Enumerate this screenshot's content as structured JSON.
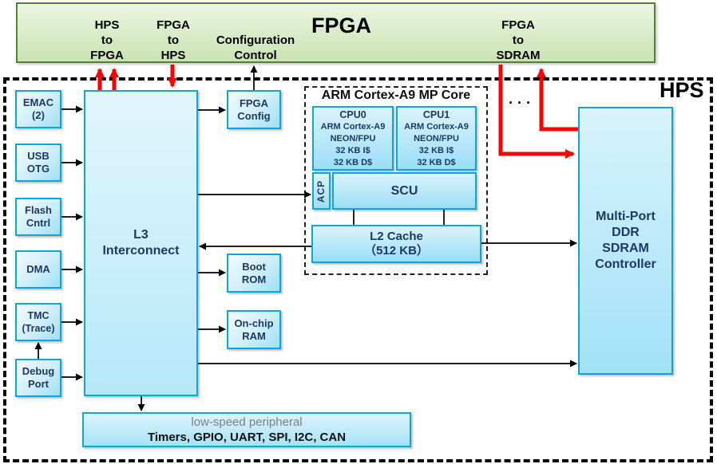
{
  "diagram": {
    "fpga_bar": {
      "title": "FPGA",
      "hps_to_fpga": "HPS\nto\nFPGA",
      "fpga_to_hps": "FPGA\nto\nHPS",
      "config_control": "Configuration\nControl",
      "fpga_to_sdram": "FPGA\nto\nSDRAM"
    },
    "hps_label": "HPS",
    "peripherals": {
      "emac": "EMAC\n(2)",
      "usb": "USB\nOTG",
      "flash": "Flash\nCntrl",
      "dma": "DMA",
      "tmc": "TMC\n(Trace)",
      "debug": "Debug\nPort"
    },
    "l3": "L3\nInterconnect",
    "fpga_config": "FPGA\nConfig",
    "boot_rom": "Boot\nROM",
    "onchip_ram": "On-chip\nRAM",
    "mp_core": {
      "title": "ARM Cortex-A9 MP Core",
      "cpu0_title": "CPU0",
      "cpu0_body": "ARM Cortex-A9\nNEON/FPU\n32 KB I$\n32 KB D$",
      "cpu1_title": "CPU1",
      "cpu1_body": "ARM Cortex-A9\nNEON/FPU\n32 KB I$\n32 KB D$",
      "acp": "ACP",
      "scu": "SCU",
      "l2": "L2 Cache\n（512 KB）"
    },
    "sdram": "Multi-Port\nDDR\nSDRAM\nController",
    "low_speed": {
      "title": "low-speed peripheral",
      "items": "Timers, GPIO, UART, SPI, I2C, CAN"
    },
    "ellipsis": "···",
    "colors": {
      "fpga_border": "#538135",
      "fpga_fill_top": "#ECF6E3",
      "fpga_fill_bottom": "#C9E3B3",
      "box_border": "#0AA6E2",
      "box_fill_light": "#F4FBFE",
      "box_fill_deep": "#9FDFF5",
      "box_text": "#1F3864",
      "red_arrow": "#FF0000",
      "gray_text": "#7F7F7F"
    }
  }
}
